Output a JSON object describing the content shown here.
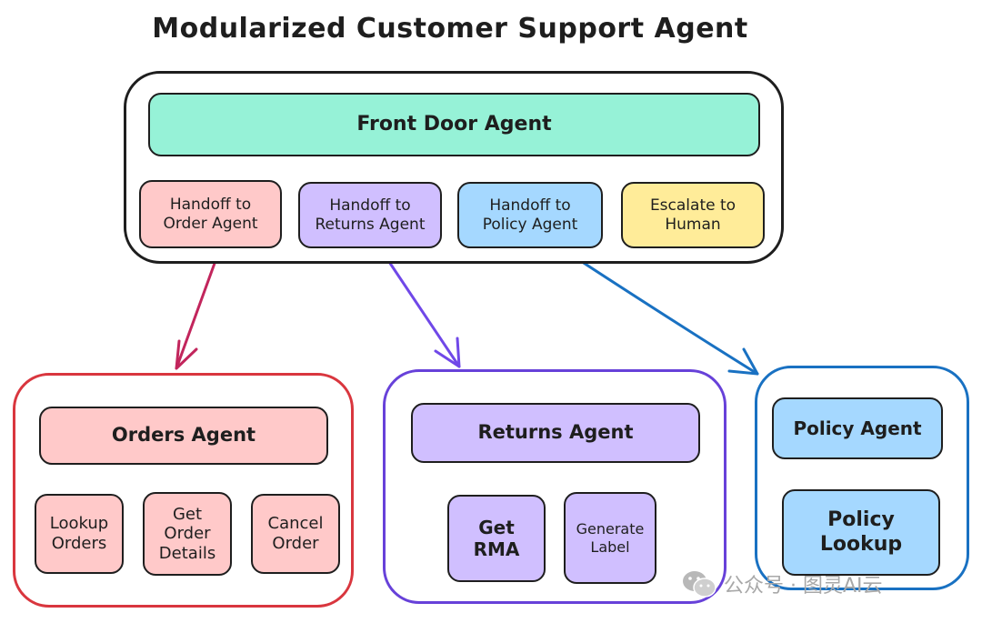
{
  "title": "Modularized Customer Support Agent",
  "colors": {
    "red_frame": "#d9363e",
    "purple_frame": "#6741d9",
    "blue_frame": "#1971c2",
    "red_arrow": "#c2255c",
    "purple_arrow": "#7048e8",
    "blue_arrow": "#1971c2",
    "pink_fill": "#ffc9c9",
    "purple_fill": "#d0bfff",
    "blue_fill": "#a5d8ff",
    "yellow_fill": "#ffec99",
    "green_fill": "#96f2d7"
  },
  "front_door": {
    "label": "Front Door Agent",
    "handoffs": [
      {
        "line1": "Handoff to",
        "line2": "Order Agent"
      },
      {
        "line1": "Handoff to",
        "line2": "Returns Agent"
      },
      {
        "line1": "Handoff to",
        "line2": "Policy Agent"
      },
      {
        "line1": "Escalate to",
        "line2": "Human"
      }
    ]
  },
  "orders": {
    "label": "Orders Agent",
    "tools": [
      {
        "line1": "Lookup",
        "line2": "Orders"
      },
      {
        "line1": "Get",
        "line2": "Order",
        "line3": "Details"
      },
      {
        "line1": "Cancel",
        "line2": "Order"
      }
    ]
  },
  "returns": {
    "label": "Returns Agent",
    "tools": [
      {
        "line1": "Get",
        "line2": "RMA"
      },
      {
        "line1": "Generate",
        "line2": "Label"
      }
    ]
  },
  "policy": {
    "label": "Policy Agent",
    "tools": [
      {
        "line1": "Policy",
        "line2": "Lookup"
      }
    ]
  },
  "watermark": {
    "icon": "wechat-icon",
    "text": "公众号 · 图灵AI云"
  }
}
